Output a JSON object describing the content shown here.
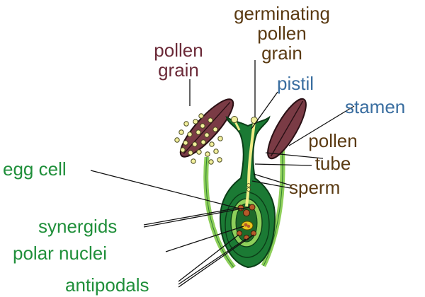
{
  "labels": {
    "germinating": [
      "germinating",
      "pollen",
      "grain"
    ],
    "pollen_grain": [
      "pollen",
      "grain"
    ],
    "pistil": "pistil",
    "stamen": "stamen",
    "pollen_tube": [
      "pollen",
      "tube"
    ],
    "egg_cell": "egg cell",
    "sperm": "sperm",
    "synergids": "synergids",
    "polar_nuclei": "polar nuclei",
    "antipodals": "antipodals"
  },
  "colors": {
    "brown_label": "#5a3a12",
    "maroon_label": "#6b2a38",
    "blue_label": "#3a6ea0",
    "green_label": "#1f8f3a",
    "pistil_dark": "#1b7a34",
    "pistil_light": "#8ecf5a",
    "anther": "#7a3b45",
    "pollen": "#f2ef9c",
    "pollen_tube": "#f0ec86",
    "polar_nuclei": "#e8c61c",
    "cell": "#b65a2a"
  }
}
